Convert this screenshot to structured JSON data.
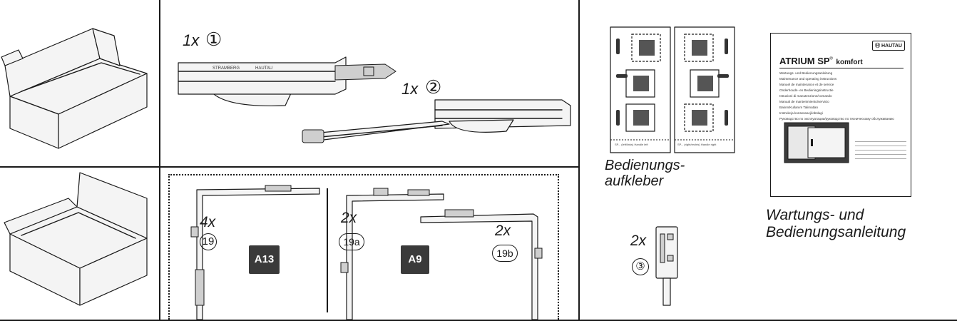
{
  "main_kit": {
    "part1": {
      "qty": "1x",
      "number": "①"
    },
    "part2": {
      "qty": "1x",
      "number": "②"
    }
  },
  "fittings": {
    "left": {
      "qty": "4x",
      "number": "19",
      "badge": "A13"
    },
    "middle": {
      "qty": "2x",
      "number": "19a",
      "badge": "A9"
    },
    "right": {
      "qty": "2x",
      "number": "19b"
    }
  },
  "sticker": {
    "caption_line1": "Bedienungs-",
    "caption_line2": "aufkleber",
    "left_panel_note": "SP... (left/links) Handle left",
    "right_panel_note": "SP... (right/rechts) Handle right"
  },
  "manual": {
    "brand": "HAUTAU",
    "title": "ATRIUM SP",
    "title_suffix": "komfort",
    "languages": [
      "Wartungs- und Bedienungsanleitung",
      "Maintenance and operating instructions",
      "Manuel de maintenance et de service",
      "Onderhouds- en Bedieningsinstructie",
      "Istruzioni di manutenzione/comando",
      "Manual de mantenimiento/servicio",
      "Bakım/Kullanım Talimatları",
      "Instrukcja konserwacji/obsługi",
      "Руководство по эксплуатации/руководство по техническому обслуживанию"
    ],
    "caption_line1": "Wartungs- und",
    "caption_line2": "Bedienungsanleitung"
  },
  "handle_part": {
    "qty": "2x",
    "number": "③"
  }
}
